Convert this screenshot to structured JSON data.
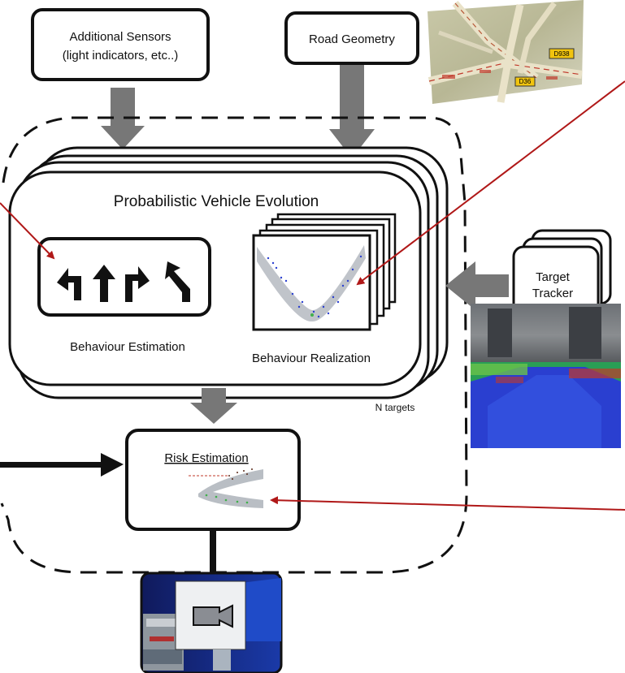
{
  "sensors": {
    "additional_line1": "Additional Sensors",
    "additional_line2": "(light indicators, etc..)",
    "road_geometry": "Road Geometry"
  },
  "map": {
    "road_label_1": "D938",
    "road_label_2": "D36"
  },
  "evolution": {
    "title": "Probabilistic Vehicle Evolution",
    "behaviour_estimation": "Behaviour Estimation",
    "behaviour_realization": "Behaviour Realization"
  },
  "tracker": {
    "line1": "Target",
    "line2": "Tracker"
  },
  "n_targets": "N targets",
  "risk": {
    "title": "Risk Estimation"
  },
  "icons": [
    "turn-left-arrow-icon",
    "straight-arrow-icon",
    "turn-right-arrow-icon",
    "bear-left-arrow-icon",
    "camera-icon"
  ],
  "colors": {
    "arrow_gray": "#777777",
    "pointer_red": "#b01818",
    "box_border": "#111111",
    "trajectory_gray": "#b9bec4",
    "scene_blue": "#2a3fd0",
    "scene_green": "#3fb04a"
  }
}
